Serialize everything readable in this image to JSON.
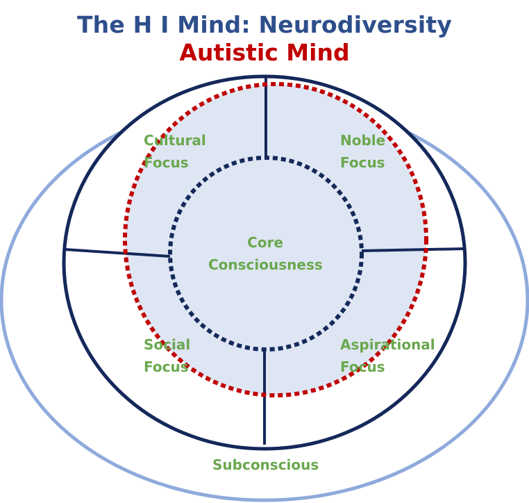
{
  "title": "The H I Mind: Neurodiversity",
  "subtitle": "Autistic Mind",
  "labels": {
    "cultural": "Cultural\nFocus",
    "noble": "Noble\nFocus",
    "social": "Social\nFocus",
    "aspirational": "Aspirational\nFocus",
    "core": "Core\nConsciousness",
    "subconscious": "Subconscious"
  },
  "colors": {
    "title": "#2e4f8c",
    "subtitle": "#c00000",
    "label": "#6aa84f",
    "outer_ellipse": "#8faadc",
    "mind_circle": "#14285a",
    "autistic_dashed": "#c00000",
    "core_dashed": "#14285a",
    "fill": "#dfe6f3"
  }
}
